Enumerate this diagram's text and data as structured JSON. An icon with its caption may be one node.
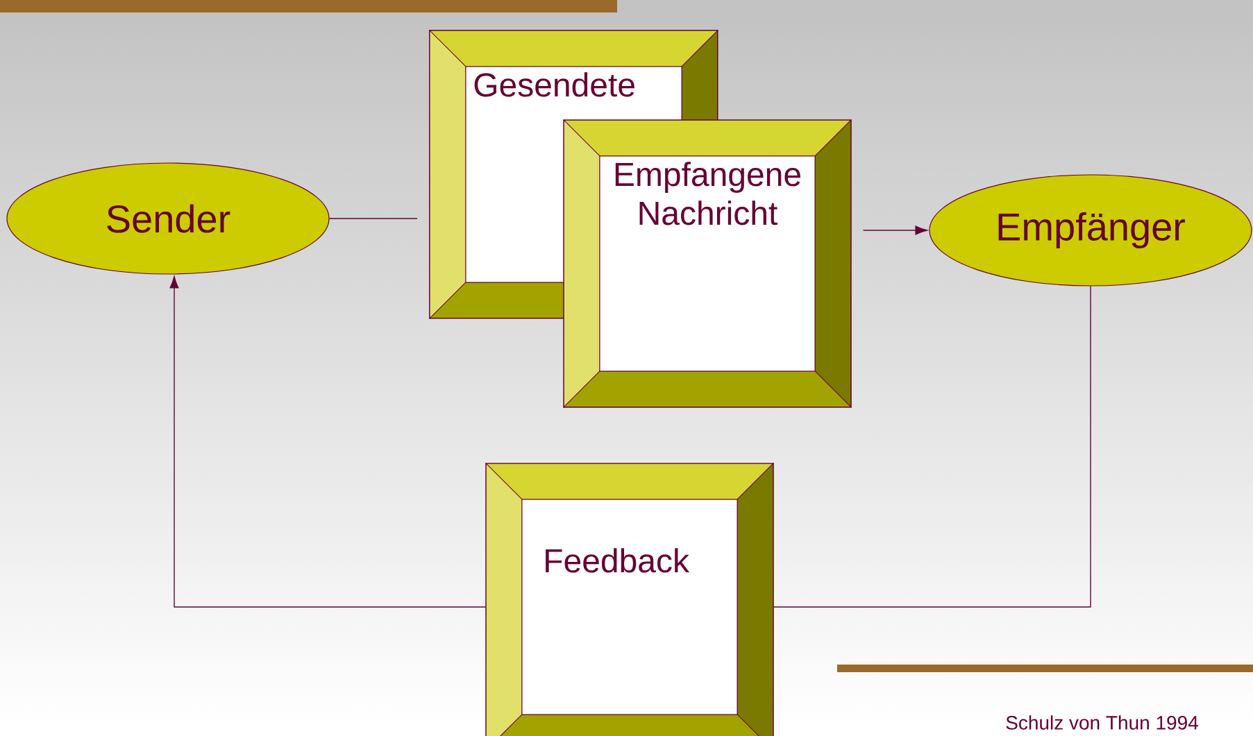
{
  "diagram": {
    "nodes": [
      {
        "text": [
          "Sender"
        ]
      },
      {
        "text": [
          "Gesendete"
        ]
      },
      {
        "text": [
          "Empfangene Nachricht"
        ]
      },
      {
        "text": [
          "Empfänger"
        ]
      },
      {
        "text": [
          "Feedback"
        ]
      }
    ],
    "edges": [
      {
        "from": 0,
        "to": 1,
        "arrow": "none"
      },
      {
        "from": 2,
        "to": 3,
        "arrow": "to"
      },
      {
        "from": 3,
        "to": 4,
        "arrow": "none"
      },
      {
        "from": 4,
        "to": 0,
        "arrow": "to"
      }
    ],
    "labels": [
      "Schulz von Thun 1994"
    ]
  }
}
